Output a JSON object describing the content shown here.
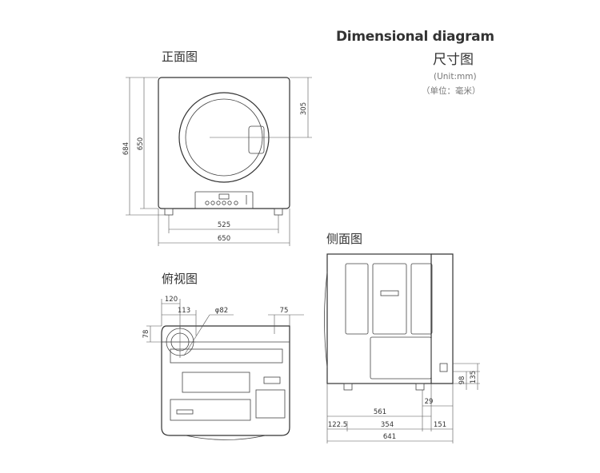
{
  "header": {
    "title_en": "Dimensional diagram",
    "title_zh": "尺寸图",
    "unit_en": "(Unit:mm)",
    "unit_zh": "（单位：毫米）"
  },
  "views": {
    "front": {
      "label": "正面图",
      "dims": {
        "total_height": "684",
        "body_height": "650",
        "door_center": "305",
        "feet_span": "525",
        "width": "650"
      }
    },
    "side": {
      "label": "侧面图",
      "dims": {
        "depth_561": "561",
        "depth_29": "29",
        "seg_122": "122.5",
        "seg_354": "354",
        "seg_151": "151",
        "total_depth": "641",
        "h_98": "98",
        "h_135": "135"
      }
    },
    "top": {
      "label": "俯视图",
      "dims": {
        "d_120": "120",
        "d_113": "113",
        "diameter": "φ82",
        "d_75": "75",
        "d_78": "78"
      }
    }
  }
}
